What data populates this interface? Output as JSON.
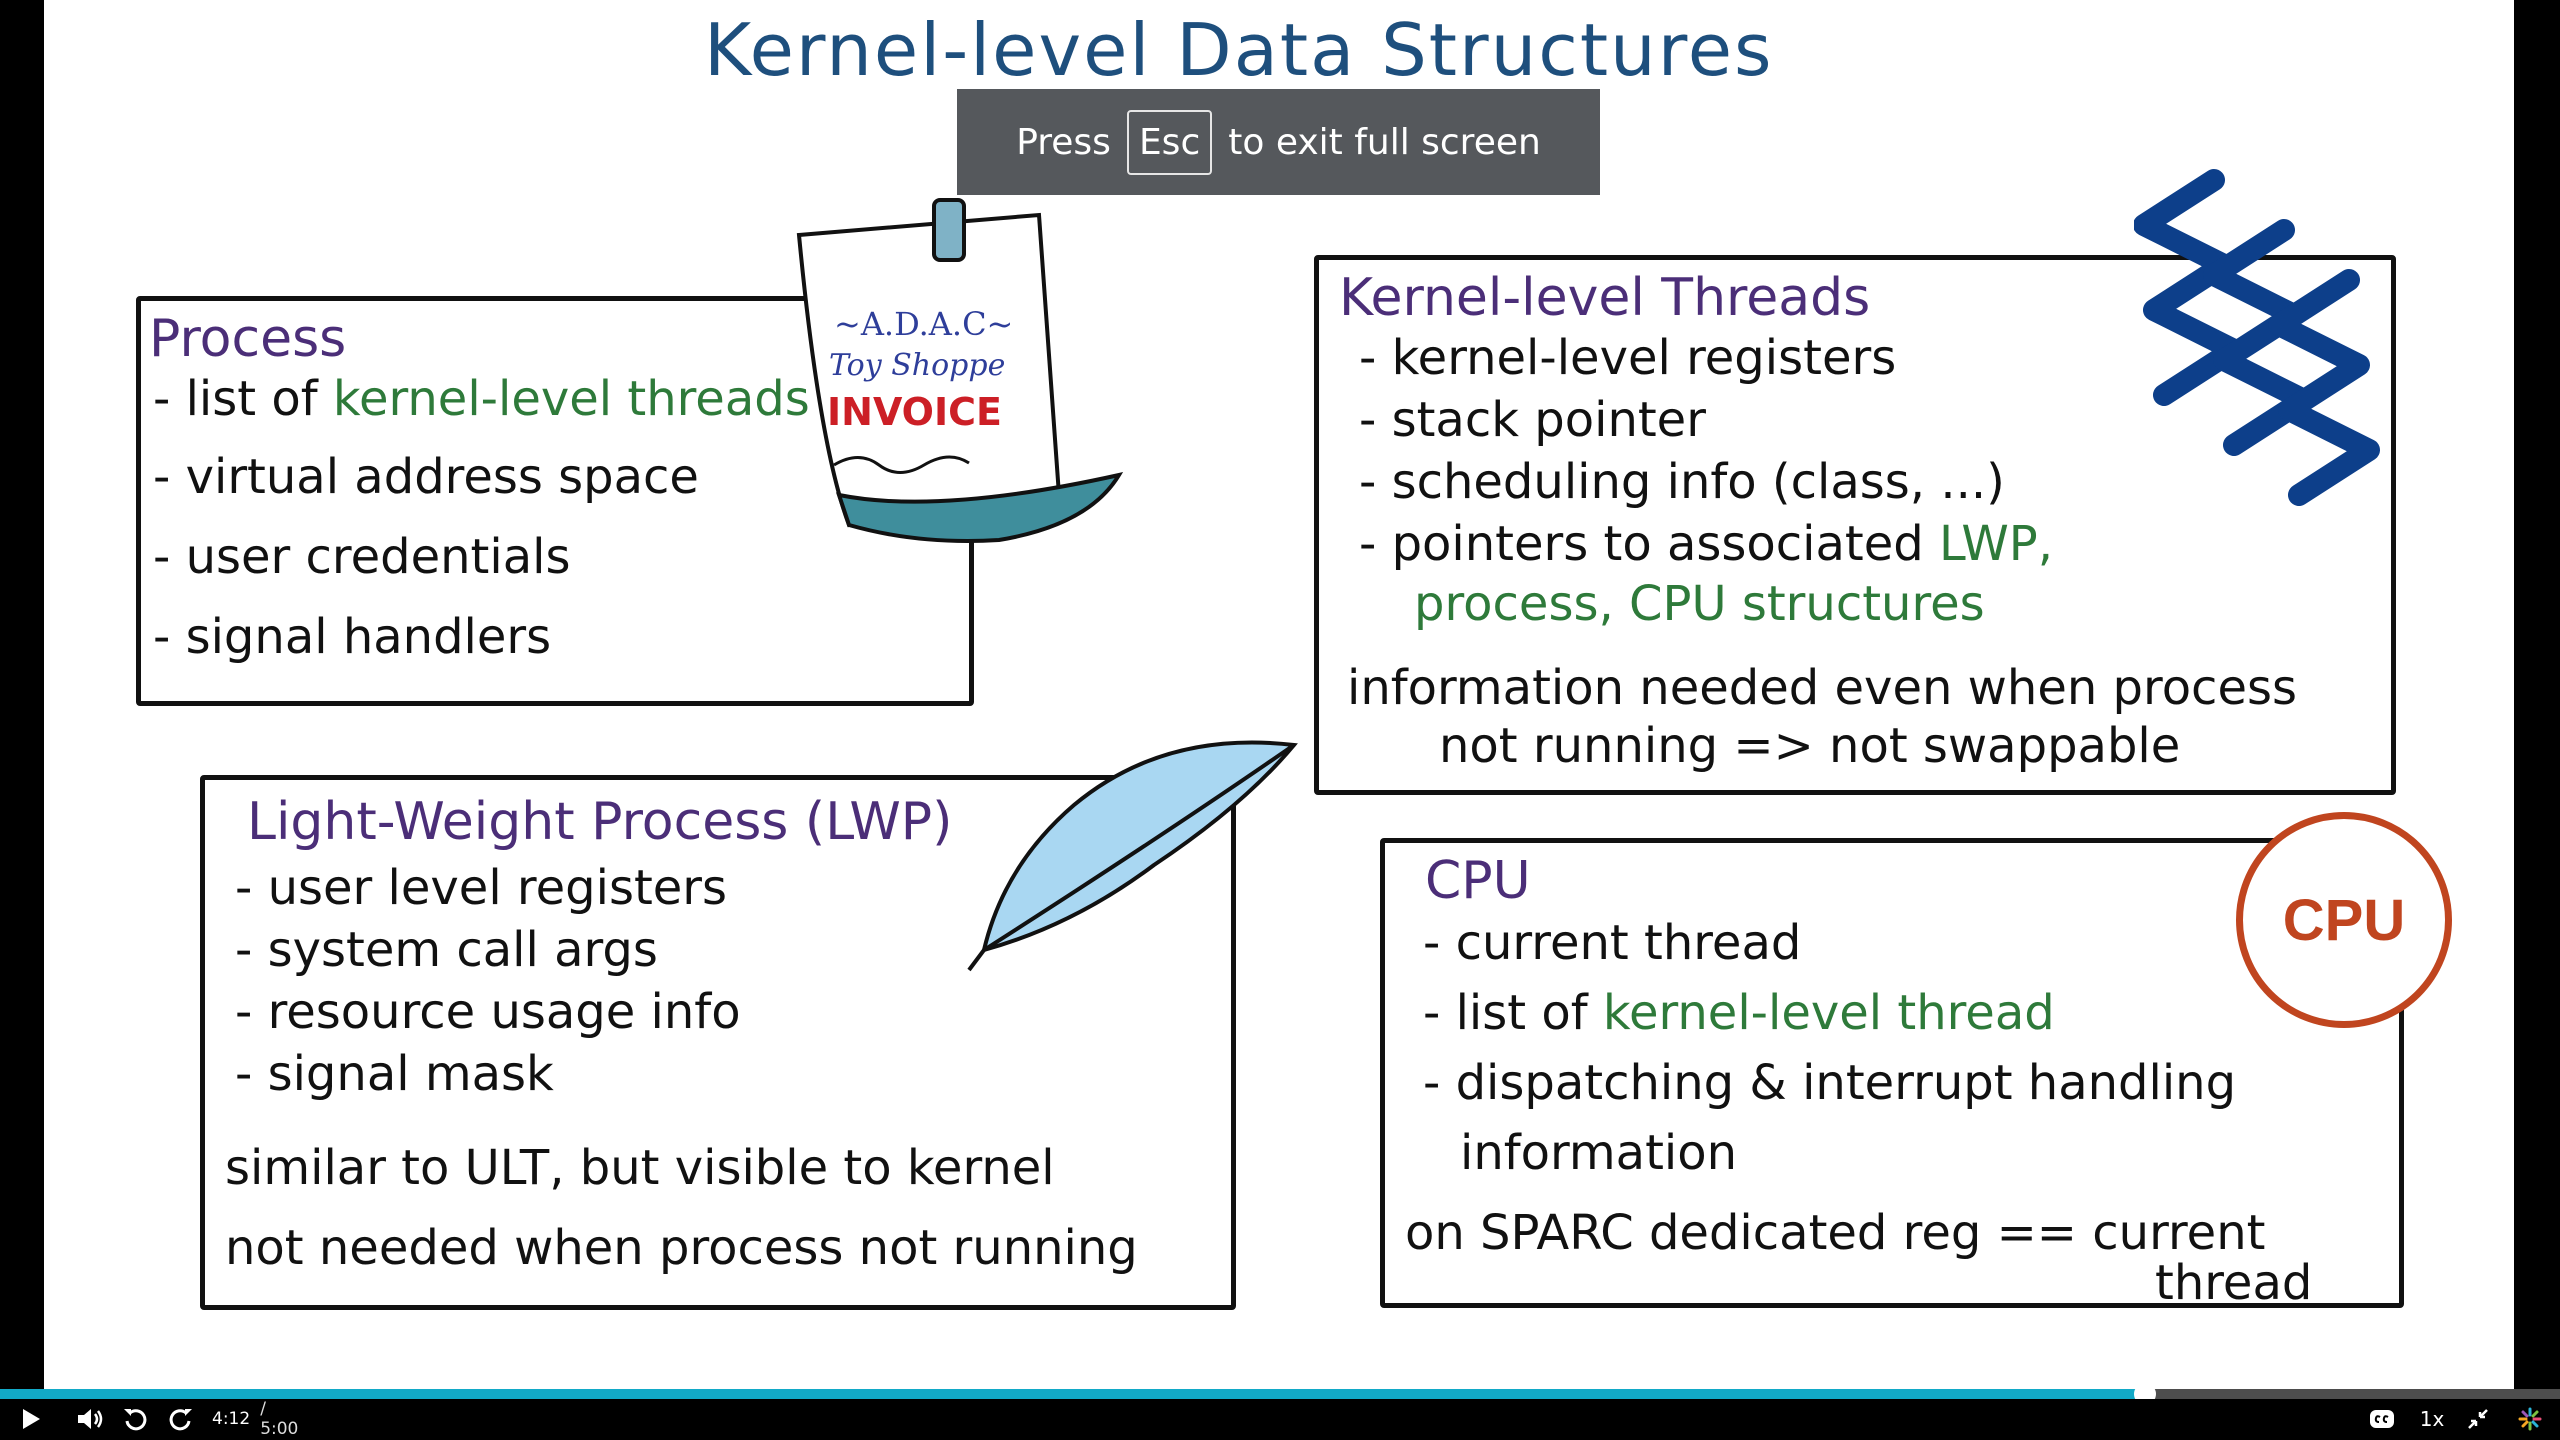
{
  "board": {
    "title": "Kernel-level Data Structures",
    "process": {
      "heading": "Process",
      "line1_prefix": "- list of ",
      "line1_green": "kernel-level threads",
      "line2": "- virtual address space",
      "line3": "- user credentials",
      "line4": "- signal handlers"
    },
    "invoice": {
      "shop_line1": "~A.D.A.C~",
      "shop_line2": "Toy Shoppe",
      "label": "INVOICE"
    },
    "klt": {
      "heading": "Kernel-level Threads",
      "line1": "- kernel-level registers",
      "line2": "- stack pointer",
      "line3": "- scheduling info (class, ...)",
      "line4_prefix": "- pointers to associated ",
      "line4_green": "LWP,",
      "line5_green1": "process,",
      "line5_green2": "CPU structures",
      "note1": "information needed even when process",
      "note2": "not running  => not swappable"
    },
    "lwp": {
      "heading": "Light-Weight Process (LWP)",
      "line1": "- user level registers",
      "line2": "- system call args",
      "line3": "- resource usage info",
      "line4": "- signal mask",
      "note1": "similar to ULT, but visible to kernel",
      "note2": "not needed when process not running"
    },
    "cpu": {
      "heading": "CPU",
      "badge": "CPU",
      "line1": "- current thread",
      "line2_prefix": "- list of ",
      "line2_green": "kernel-level thread",
      "line3": "- dispatching & interrupt handling",
      "line4": "information",
      "note1": "on SPARC dedicated reg == current",
      "note2": "thread"
    }
  },
  "fullscreen_notice": {
    "before": "Press",
    "key": "Esc",
    "after": "to exit full screen"
  },
  "controls": {
    "current_time": "4:12",
    "duration": "/ 5:00",
    "progress_fraction": 0.838,
    "playback_speed": "1x",
    "icons": [
      "play-icon",
      "volume-icon",
      "rewind-icon",
      "forward-icon",
      "captions-icon",
      "exit-fullscreen-icon",
      "brand-icon"
    ],
    "accent_color": "#12a9c7"
  }
}
